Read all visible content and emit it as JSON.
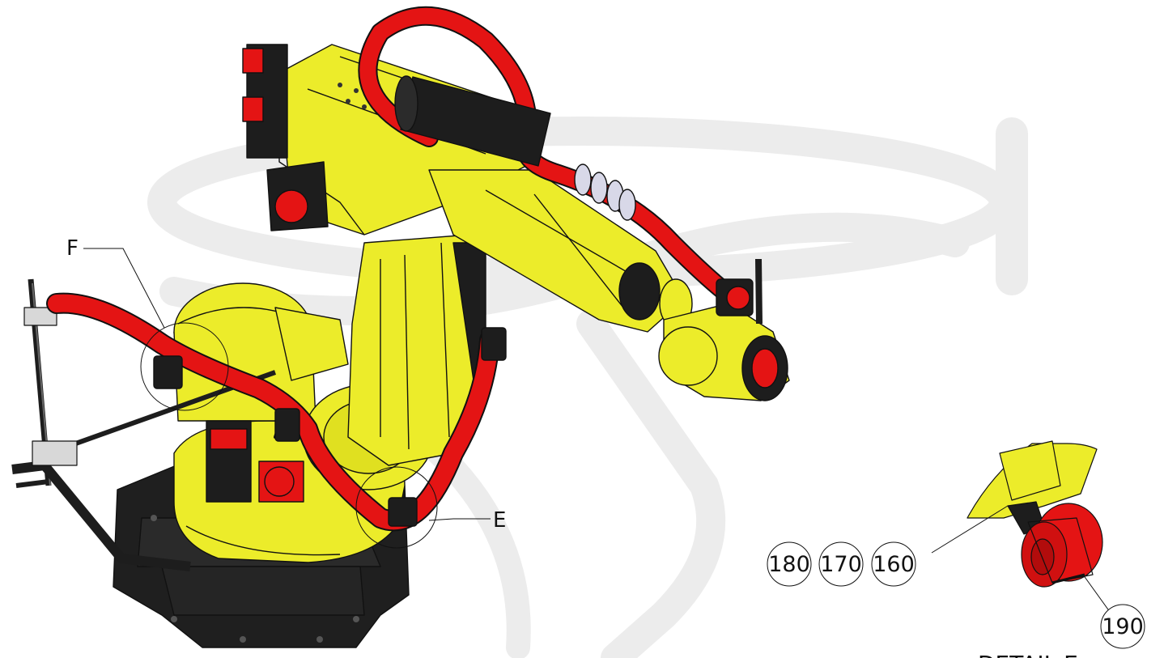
{
  "drawing": {
    "callouts": {
      "view_e": "E",
      "view_f": "F"
    },
    "balloons": {
      "b180": "180",
      "b170": "170",
      "b160": "160",
      "b190": "190"
    },
    "detail_title": "DETAIL E",
    "colors": {
      "robot_body": "#ecec2a",
      "hose": "#e41414",
      "dark_parts": "#1d1d1d",
      "outline": "#111111",
      "watermark": "#ececec",
      "clip": "#d8d8e8"
    }
  }
}
